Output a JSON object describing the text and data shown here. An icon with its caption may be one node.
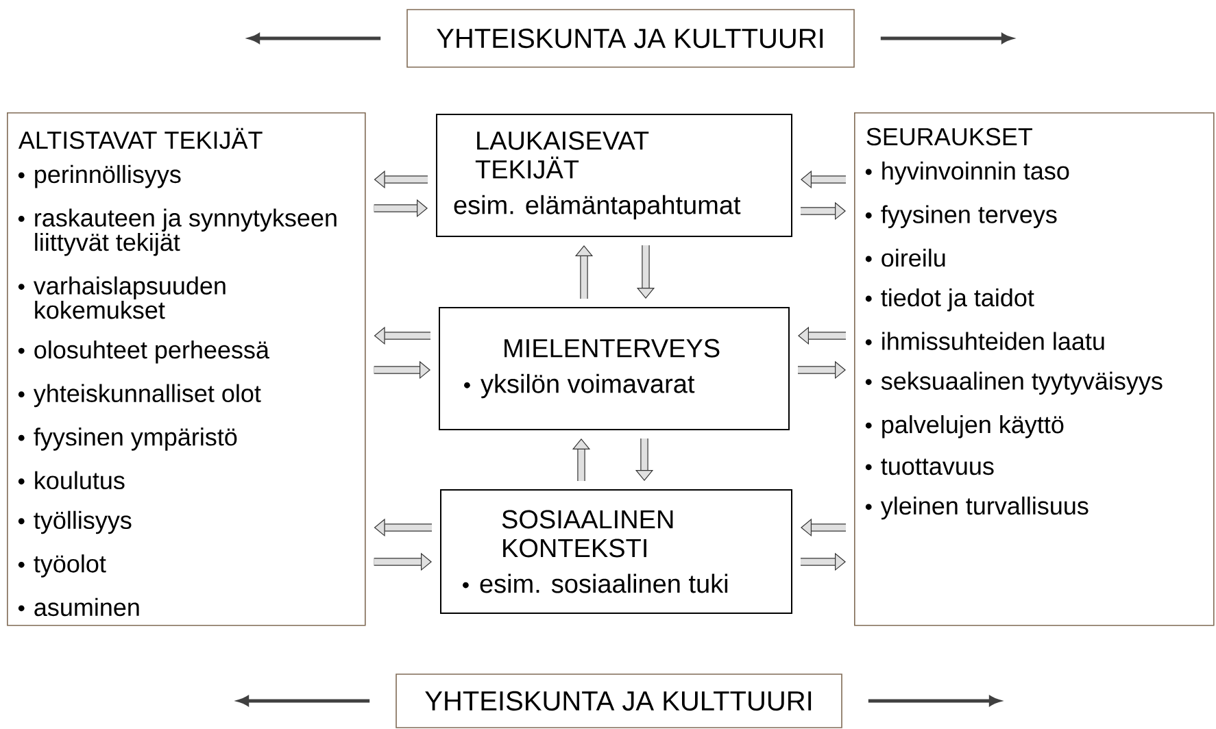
{
  "diagram": {
    "nodes": [
      {
        "text": [
          "YHTEISKUNTA JA KULTTUURI"
        ]
      },
      {
        "text": [
          "ALTISTAVAT TEKIJÄT",
          "perinnöllisyys",
          "raskauteen ja synnytykseen liittyvät tekijät",
          "varhaislapsuuden kokemukset",
          "olosuhteet perheessä",
          "yhteiskunnalliset olot",
          "fyysinen ympäristö",
          "koulutus",
          "työllisyys",
          "työolot",
          "asuminen"
        ]
      },
      {
        "text": [
          "LAUKAISEVAT TEKIJÄT",
          "esim. elämäntapahtumat"
        ]
      },
      {
        "text": [
          "MIELENTERVEYS",
          "yksilön voimavarat"
        ]
      },
      {
        "text": [
          "SOSIAALINEN KONTEKSTI",
          "esim. sosiaalinen tuki"
        ]
      },
      {
        "text": [
          "SEURAUKSET",
          "hyvinvoinnin taso",
          "fyysinen terveys",
          "oireilu",
          "tiedot ja taidot",
          "ihmissuhteiden laatu",
          "seksuaalinen tyytyväisyys",
          "palvelujen käyttö",
          "tuottavuus",
          "yleinen turvallisuus"
        ]
      },
      {
        "text": [
          "YHTEISKUNTA JA KULTTUURI"
        ]
      }
    ],
    "edges": [
      {
        "from": 0,
        "to": null,
        "arrow": "to"
      },
      {
        "from": 0,
        "to": null,
        "arrow": "to"
      },
      {
        "from": 2,
        "to": 1,
        "arrow": "to"
      },
      {
        "from": 1,
        "to": 2,
        "arrow": "to"
      },
      {
        "from": 5,
        "to": 2,
        "arrow": "to"
      },
      {
        "from": 2,
        "to": 5,
        "arrow": "to"
      },
      {
        "from": 3,
        "to": 2,
        "arrow": "to"
      },
      {
        "from": 2,
        "to": 3,
        "arrow": "to"
      },
      {
        "from": 3,
        "to": 1,
        "arrow": "to"
      },
      {
        "from": 1,
        "to": 3,
        "arrow": "to"
      },
      {
        "from": 5,
        "to": 3,
        "arrow": "to"
      },
      {
        "from": 3,
        "to": 5,
        "arrow": "to"
      },
      {
        "from": 4,
        "to": 3,
        "arrow": "to"
      },
      {
        "from": 3,
        "to": 4,
        "arrow": "to"
      },
      {
        "from": 4,
        "to": 1,
        "arrow": "to"
      },
      {
        "from": 1,
        "to": 4,
        "arrow": "to"
      },
      {
        "from": 5,
        "to": 4,
        "arrow": "to"
      },
      {
        "from": 4,
        "to": 5,
        "arrow": "to"
      },
      {
        "from": 6,
        "to": null,
        "arrow": "to"
      },
      {
        "from": 6,
        "to": null,
        "arrow": "to"
      }
    ]
  }
}
